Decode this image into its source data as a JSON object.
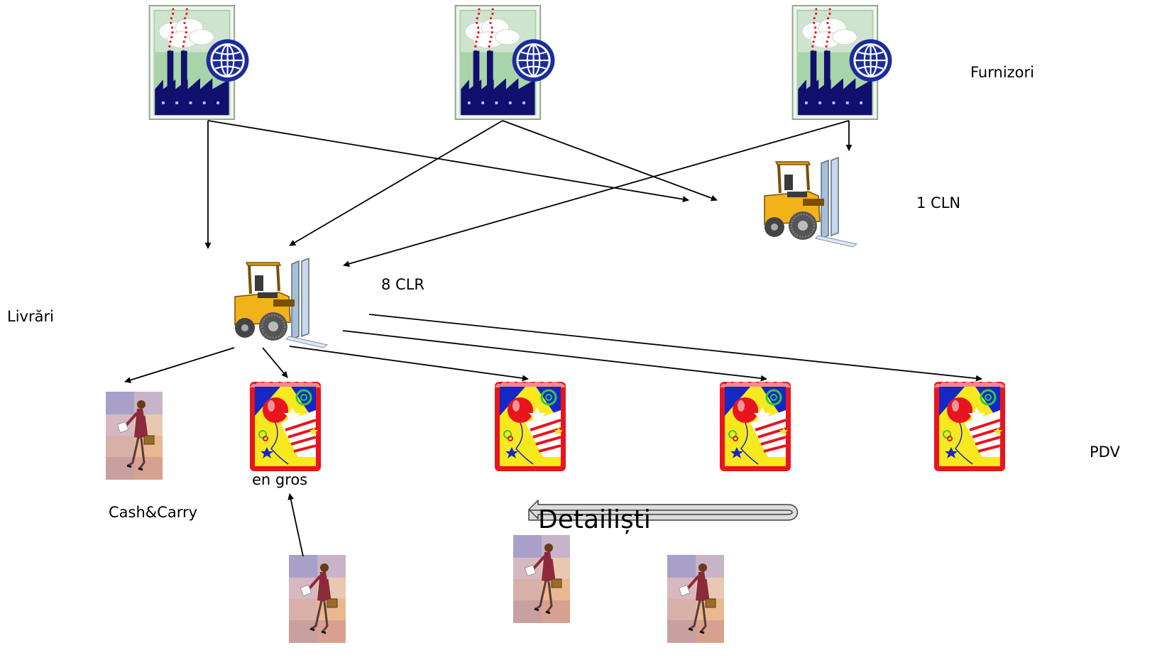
{
  "labels": {
    "furnizori": "Furnizori",
    "cln": "1 CLN",
    "clr": "8 CLR",
    "livrari": "Livrări",
    "pdv": "PDV",
    "en_gros": "en gros",
    "cash_carry": "Cash&Carry",
    "detailisti": "Detailiști"
  },
  "colors": {
    "factory_bg": "#a8d2a8",
    "factory_navy": "#10106e",
    "globe_blue": "#1c2c9c",
    "forklift_yellow": "#f2b21a",
    "forklift_mast": "#a8bfd8",
    "store_red": "#e8141e",
    "store_blue": "#1428c8",
    "store_yellow": "#f8e81e",
    "person_dress": "#8a2a3a",
    "arrow": "#000000"
  },
  "icons": {
    "supplier": "factory-globe-icon",
    "warehouse": "forklift-icon",
    "point_of_sale": "balloon-store-icon",
    "customer": "shopper-person-icon"
  }
}
